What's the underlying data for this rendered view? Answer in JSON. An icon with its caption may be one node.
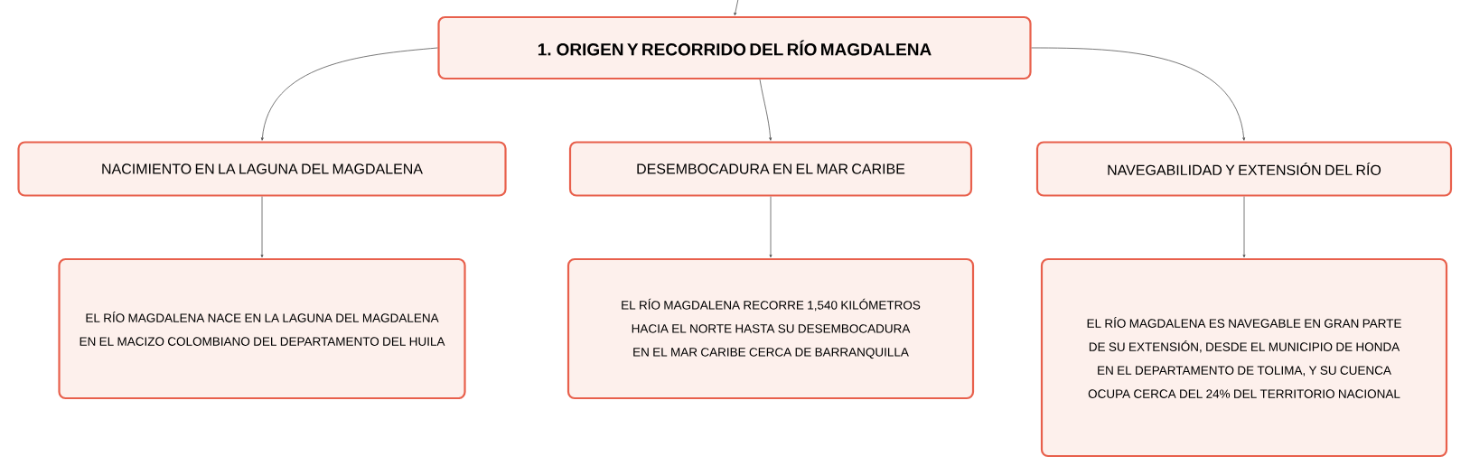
{
  "diagram": {
    "nodes": [
      {
        "text": [
          "1. ORIGEN Y RECORRIDO DEL RÍO MAGDALENA"
        ]
      },
      {
        "text": [
          "NACIMIENTO EN LA LAGUNA DEL MAGDALENA"
        ]
      },
      {
        "text": [
          "DESEMBOCADURA EN EL MAR CARIBE"
        ]
      },
      {
        "text": [
          "NAVEGABILIDAD Y EXTENSIÓN DEL RÍO"
        ]
      },
      {
        "text": [
          "EL RÍO MAGDALENA NACE EN LA LAGUNA DEL MAGDALENA EN EL MACIZO COLOMBIANO DEL DEPARTAMENTO DEL HUILA"
        ]
      },
      {
        "text": [
          "EL RÍO MAGDALENA RECORRE 1,540 KILÓMETROS HACIA EL NORTE HASTA SU DESEMBOCADURA EN EL MAR CARIBE CERCA DE BARRANQUILLA"
        ]
      },
      {
        "text": [
          "EL RÍO MAGDALENA ES NAVEGABLE EN GRAN PARTE DE SU EXTENSIÓN, DESDE EL MUNICIPIO DE HONDA EN EL DEPARTAMENTO DE TOLIMA, Y SU CUENCA OCUPA CERCA DEL 24% DEL TERRITORIO NACIONAL"
        ]
      }
    ],
    "edges": [
      {
        "from": null,
        "to": 0,
        "arrow": "to"
      },
      {
        "from": 0,
        "to": 1,
        "arrow": "to"
      },
      {
        "from": 0,
        "to": 2,
        "arrow": "to"
      },
      {
        "from": 0,
        "to": 3,
        "arrow": "to"
      },
      {
        "from": 1,
        "to": 4,
        "arrow": "to"
      },
      {
        "from": 2,
        "to": 5,
        "arrow": "to"
      },
      {
        "from": 3,
        "to": 6,
        "arrow": "to"
      }
    ]
  }
}
